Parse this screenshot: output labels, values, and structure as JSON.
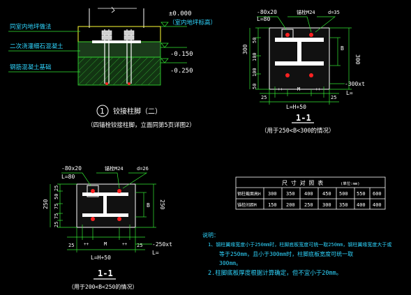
{
  "detail_a": {
    "label_left_1": "同室内地坪做法",
    "label_left_2": "二次浇灌细石混凝土",
    "label_left_3": "钢筋混凝土基础",
    "elev_top": "±0.000",
    "elev_top_note": "（室内地坪标高）",
    "elev_mid": "-0.150",
    "elev_bot": "-0.250",
    "caption_num": "1",
    "caption_title": "铰接柱脚（二）",
    "caption_sub": "（四锚栓铰接柱脚，立面同第5页详图2）"
  },
  "detail_b": {
    "tag_plate": "-80x20",
    "tag_plate_l": "L=80",
    "tag_bolt": "锚栓M24",
    "tag_hole": "d=35",
    "dim_left_total": "300",
    "dim_left_segments": [
      "50",
      "100",
      "100",
      "50"
    ],
    "dim_right_b": "B",
    "dim_right_300": "300",
    "dim_bottom": [
      "25",
      "++",
      "M",
      "++",
      "25"
    ],
    "base_plate": "-300xt",
    "length_eq": "L=",
    "len_h50": "L=H+50",
    "section": "1-1",
    "note": "（用于250<B<300的情况）"
  },
  "detail_c": {
    "tag_plate": "-80x20",
    "tag_plate_l": "L=80",
    "tag_bolt": "锚栓M24",
    "tag_hole": "d=26",
    "dim_left_total": "250",
    "dim_left_segments": [
      "25",
      "75",
      "75",
      "50",
      "25"
    ],
    "dim_right_b": "B",
    "dim_right_250": "250",
    "dim_bottom": [
      "25",
      "++",
      "M",
      "++",
      "25"
    ],
    "base_plate": "-250xt",
    "length_eq": "L=",
    "len_h50": "L=H+50",
    "section": "1-1",
    "note": "（用于200<B<250的情况）"
  },
  "table": {
    "title": "尺 寸 对 照 表",
    "unit": "(单位:mm)",
    "rows": [
      {
        "label": "钢柱截面高H",
        "values": [
          "300",
          "350",
          "400",
          "450",
          "500",
          "550",
          "600"
        ]
      },
      {
        "label": "锚栓间距M",
        "values": [
          "150",
          "200",
          "250",
          "300",
          "350",
          "400",
          "400"
        ]
      }
    ]
  },
  "notes": {
    "heading": "说明：",
    "line1": "1、钢柱翼缘宽度小于250mm时，柱脚底板宽度可统一取250mm，钢柱翼缘宽度大于或",
    "line2": "等于250mm，且小于300mm时，柱脚底板宽度可统一取",
    "line3": "300mm。",
    "line4": "2.柱脚底板厚度根据计算确定，但不宜小于20mm。"
  },
  "colors": {
    "background": "#000000",
    "line": "#ffffff",
    "dim": "#33e833",
    "text": "#2fd6ff",
    "bolt": "#ff2222",
    "plate": "#ffff00"
  }
}
